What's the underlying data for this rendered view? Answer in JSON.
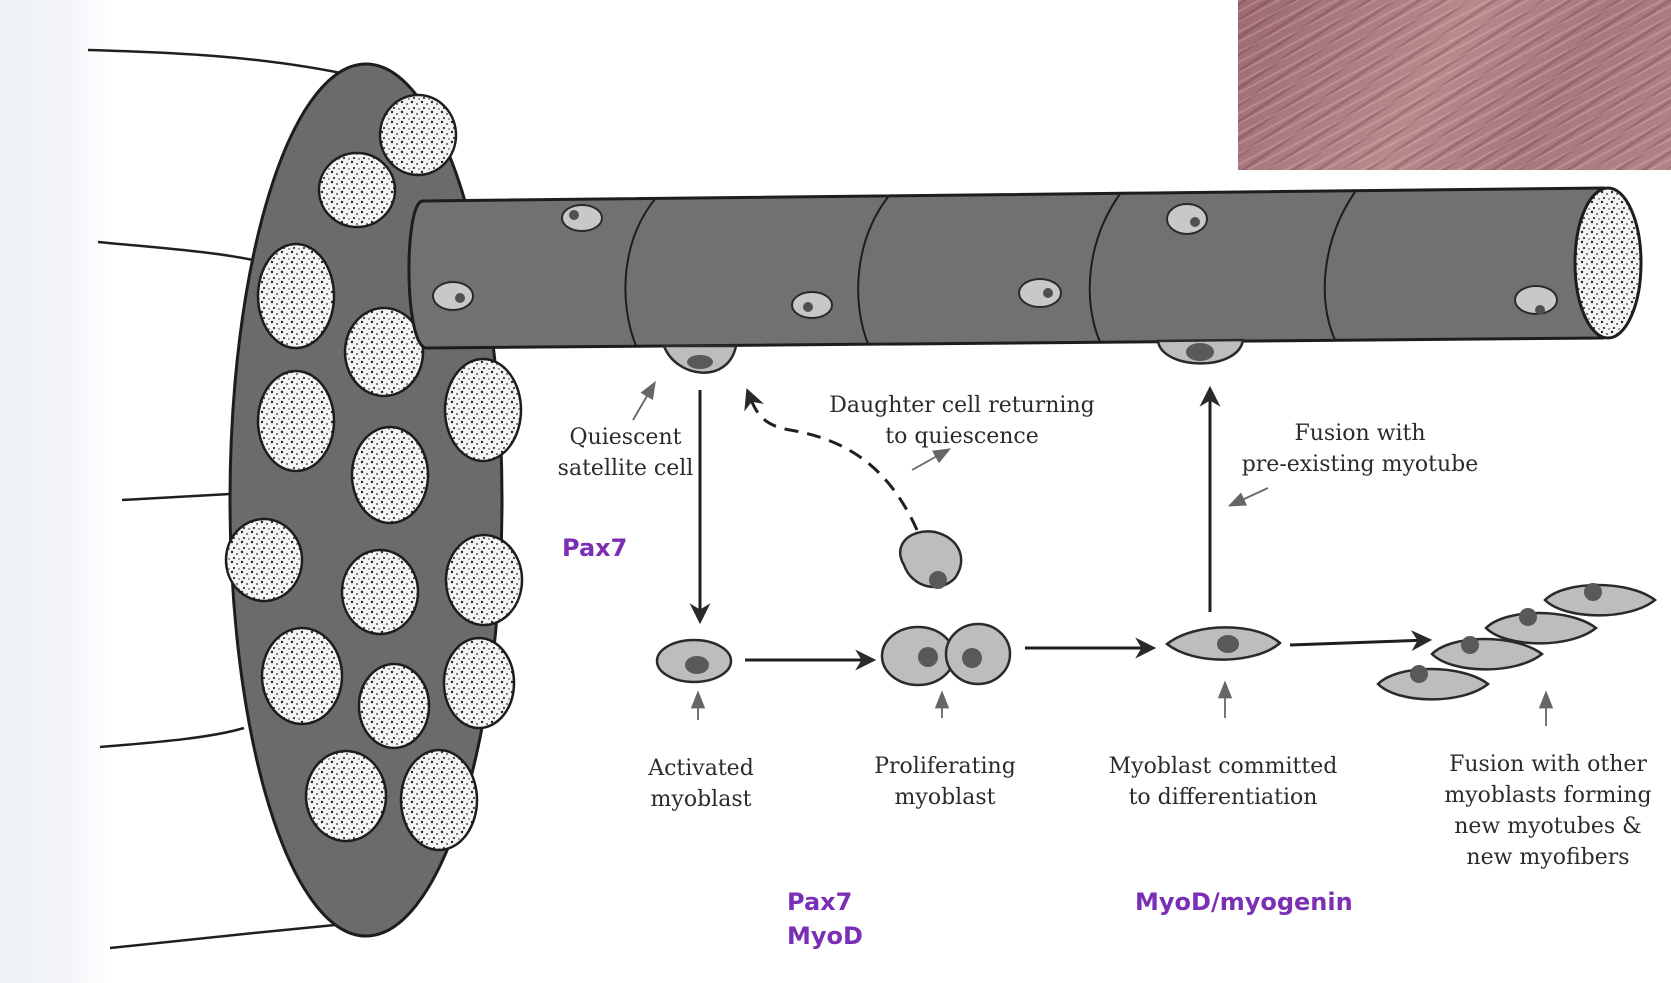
{
  "labels": {
    "quiescent": "Quiescent\nsatellite cell",
    "daughter": "Daughter cell returning\nto quiescence",
    "fusion_existing": "Fusion with\npre-existing myotube",
    "activated": "Activated\nmyoblast",
    "proliferating": "Proliferating\nmyoblast",
    "committed": "Myoblast committed\nto differentiation",
    "fusion_other": "Fusion with other\nmyoblasts forming\nnew myotubes &\nnew myofibers"
  },
  "markers": {
    "quiescent": "Pax7",
    "proliferating": "Pax7\nMyoD",
    "committed": "MyoD/myogenin"
  },
  "colors": {
    "fiber": "#707070",
    "cell": "#bcbcbc",
    "nucleus": "#505050",
    "marker": "#7b2fb5",
    "photo": "#a7787d"
  },
  "icons": {
    "photo": "myotube-culture-photo",
    "bundle": "muscle-fiber-bundle",
    "fiber": "myofiber"
  }
}
